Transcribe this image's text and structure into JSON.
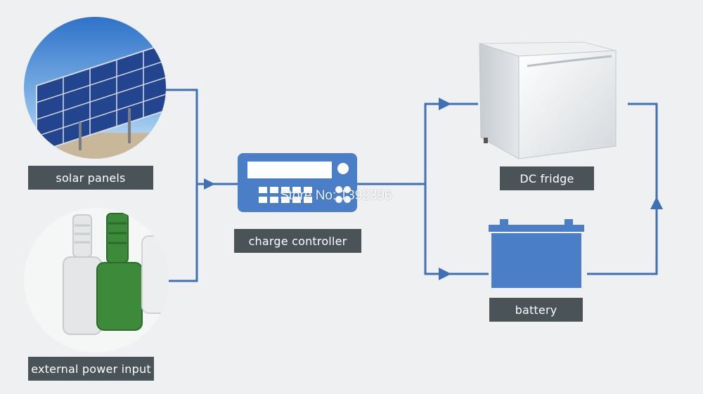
{
  "colors": {
    "background": "#eef0f1",
    "wire": "#3f6fb5",
    "device": "#4a7fc8",
    "label_bg": "#4a5358",
    "label_text": "#ffffff"
  },
  "nodes": {
    "solar": {
      "label": "solar panels",
      "icon": "solar-panels-photo"
    },
    "external": {
      "label": "external power input",
      "icon": "power-plugs-photo"
    },
    "controller": {
      "label": "charge controller",
      "icon": "charge-controller-icon"
    },
    "fridge": {
      "label": "DC fridge",
      "icon": "fridge-photo"
    },
    "battery": {
      "label": "battery",
      "icon": "battery-icon"
    }
  },
  "watermark": "Store No: 1392396"
}
